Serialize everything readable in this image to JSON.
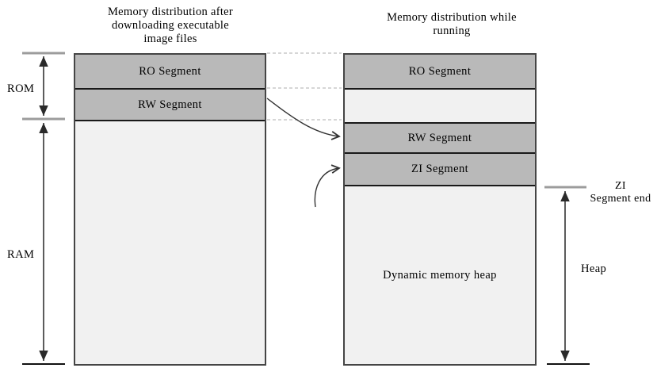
{
  "columns": {
    "left": {
      "title": "Memory distribution after\ndownloading executable\nimage files",
      "segments": {
        "ro": "RO Segment",
        "rw": "RW Segment"
      }
    },
    "right": {
      "title": "Memory distribution while\nrunning",
      "segments": {
        "ro": "RO Segment",
        "rw": "RW Segment",
        "zi": "ZI Segment",
        "heap": "Dynamic memory heap"
      }
    }
  },
  "labels": {
    "rom": "ROM",
    "ram": "RAM",
    "zi_segment_end": "ZI\nSegment end",
    "heap": "Heap"
  },
  "colors": {
    "segment_dark": "#b9b9b9",
    "segment_light": "#f1f1f1",
    "border": "#454545",
    "dashed_line": "#c9c9c9"
  }
}
